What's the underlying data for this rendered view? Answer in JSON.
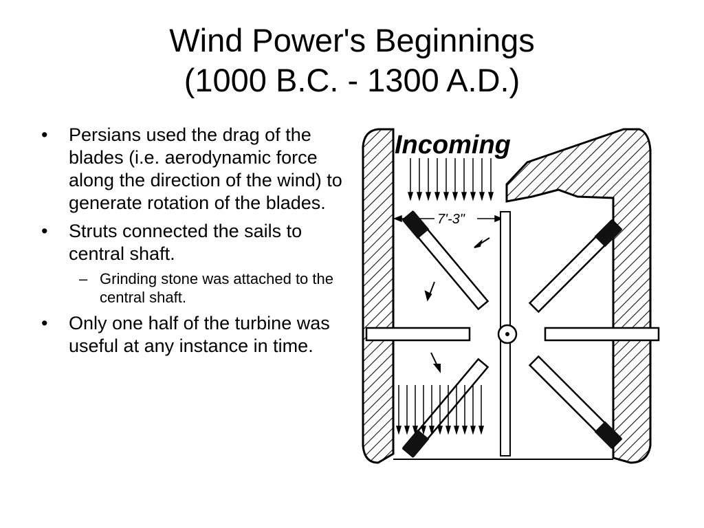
{
  "slide": {
    "title_line1": "Wind Power's Beginnings",
    "title_line2": "(1000 B.C. - 1300 A.D.)"
  },
  "bullets": [
    {
      "text": "Persians used the drag of the blades (i.e. aerodynamic force along the direction of the wind) to generate rotation of the blades."
    },
    {
      "text": "Struts connected the sails to central shaft.",
      "sub": [
        "Grinding stone was attached to the central shaft."
      ]
    },
    {
      "text": "Only one half of the turbine was useful at any instance in time."
    }
  ],
  "diagram": {
    "incoming_label": "Incoming",
    "dimension_label": "7'-3\""
  }
}
